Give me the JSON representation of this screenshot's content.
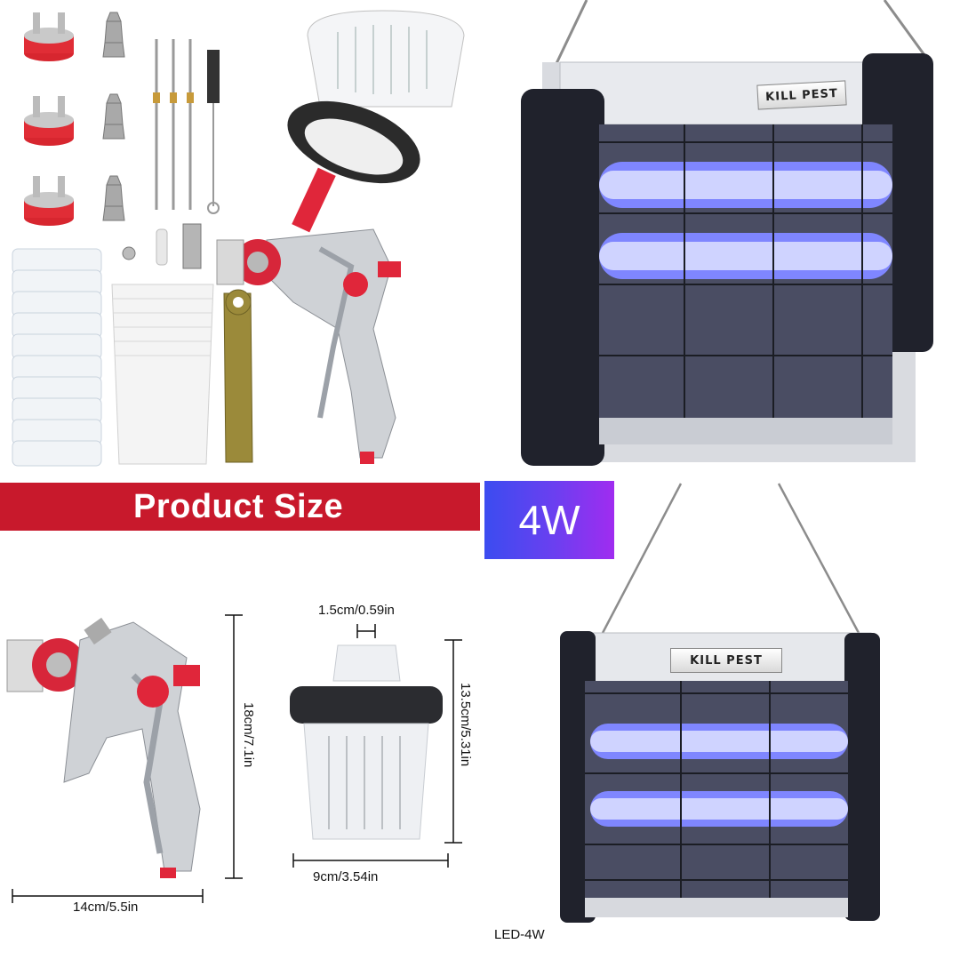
{
  "banner": {
    "title": "Product Size"
  },
  "badge": {
    "wattage": "4W"
  },
  "spray_gun_dims": {
    "height": "18cm/7.1in",
    "width": "14cm/5.5in"
  },
  "cup_dims": {
    "neck": "1.5cm/0.59in",
    "height": "13.5cm/5.31in",
    "width": "9cm/3.54in"
  },
  "zapper": {
    "brand_top": "KILL PEST",
    "brand_bottom": "KILL PEST",
    "model": "LED-4W"
  },
  "colors": {
    "banner": "#c8192c",
    "badge_gradient": [
      "#3b4cf0",
      "#a02cf0"
    ],
    "uv_glow": "#7f86ff"
  }
}
